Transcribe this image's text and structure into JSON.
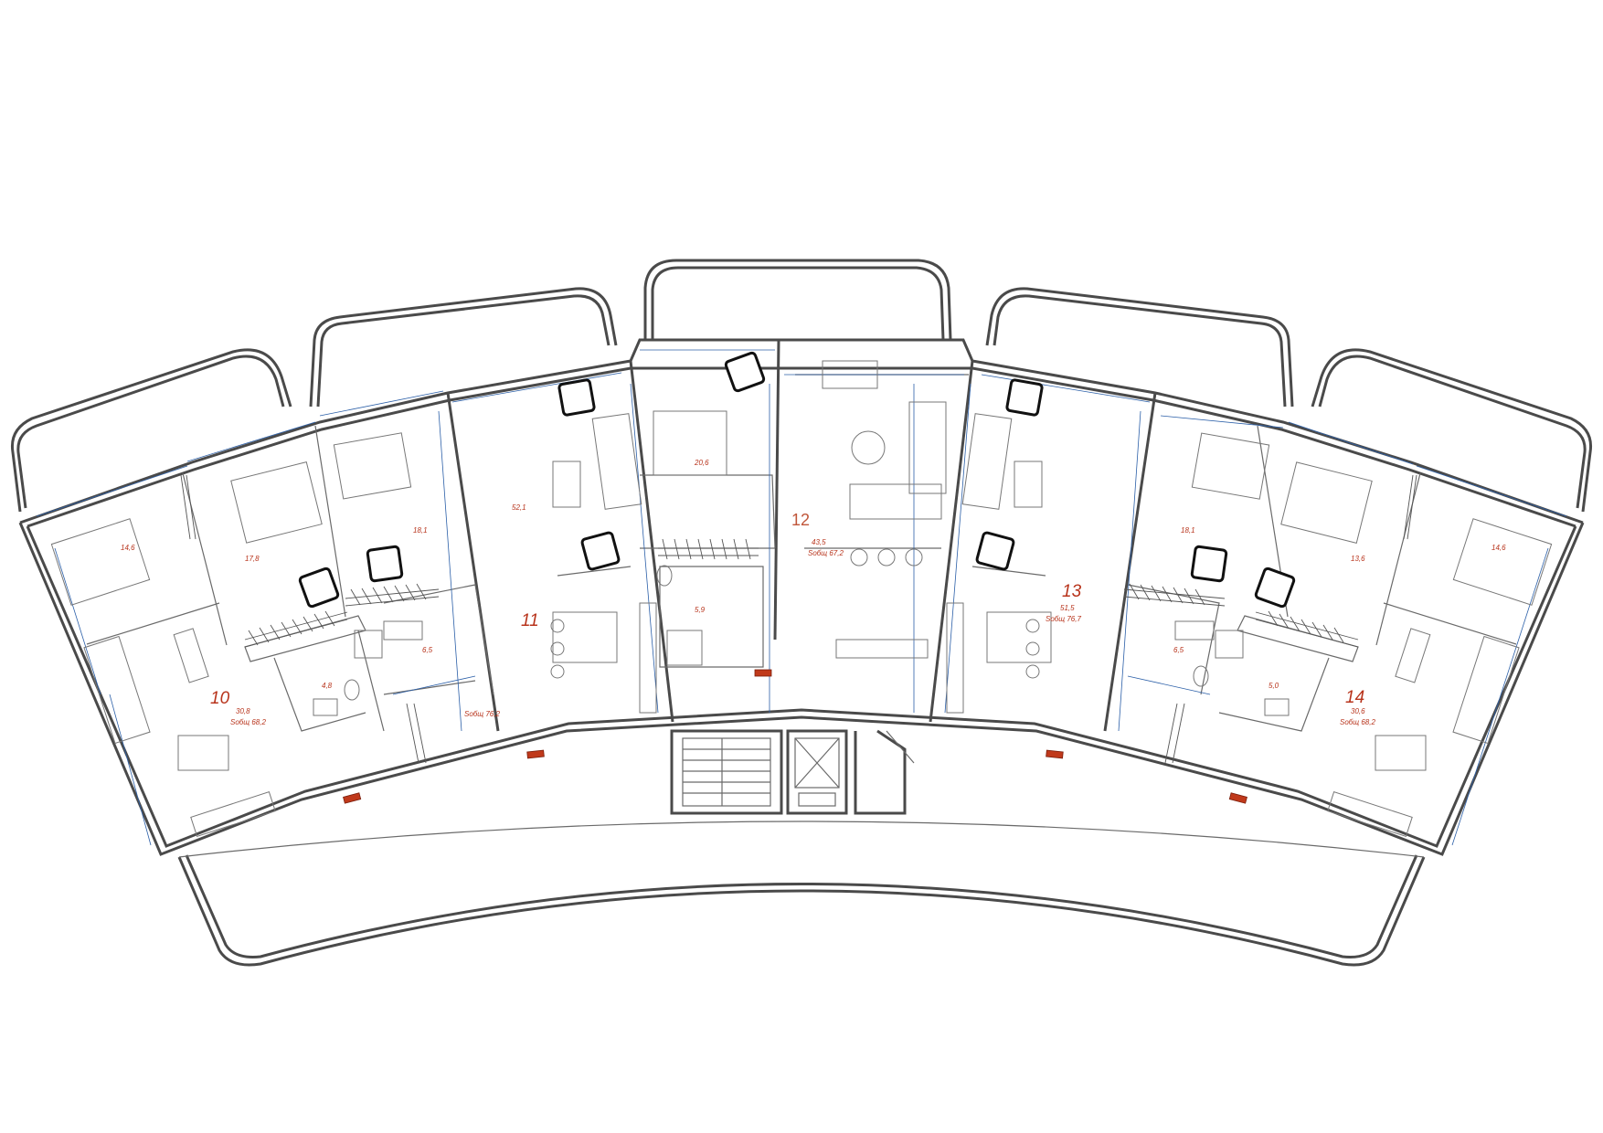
{
  "apartments": [
    {
      "number": "10",
      "living": "30,8",
      "total": "Sобщ 68,2",
      "rooms": [
        "14,6",
        "17,8",
        "4,8"
      ]
    },
    {
      "number": "11",
      "living": "52,1",
      "total": "Sобщ 76,2",
      "rooms": [
        "18,1",
        "6,5"
      ]
    },
    {
      "number": "12",
      "living": "43,5",
      "total": "Sобщ 67,2",
      "rooms": [
        "20,6",
        "5,9"
      ]
    },
    {
      "number": "13",
      "living": "51,5",
      "total": "Sобщ 76,7",
      "rooms": [
        "18,1",
        "6,5"
      ]
    },
    {
      "number": "14",
      "living": "30,6",
      "total": "Sобщ 68,2",
      "rooms": [
        "14,6",
        "13,6",
        "5,0"
      ]
    }
  ],
  "colors": {
    "wall": "#4a4a4a",
    "dimension": "#2b5fa8",
    "label": "#b8341c",
    "door_marker": "#c0391b"
  }
}
